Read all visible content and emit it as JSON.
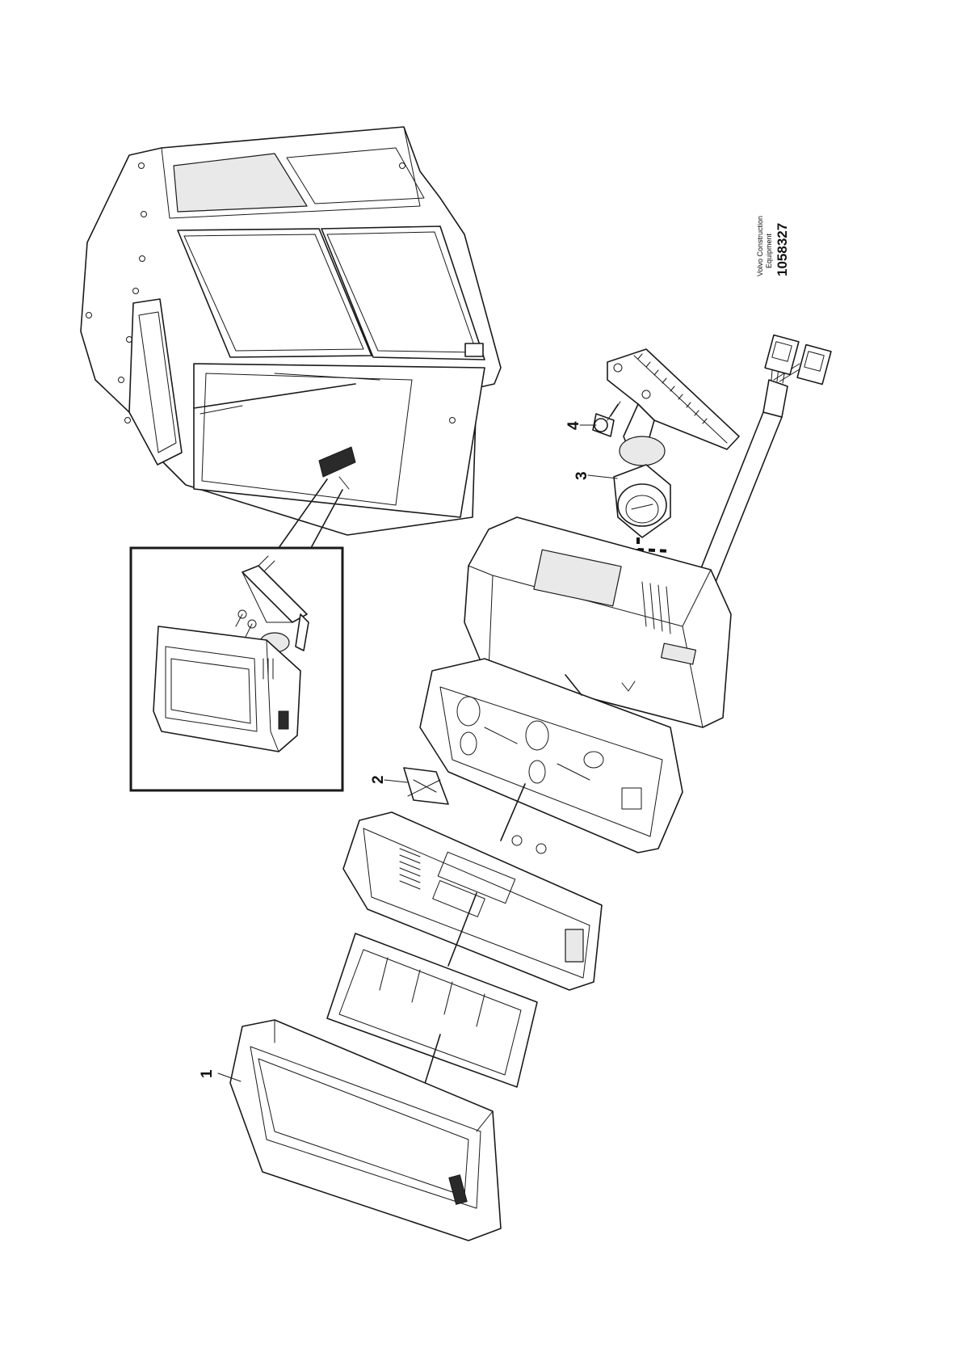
{
  "stamp": {
    "company_line1": "Volvo Construction",
    "company_line2": "Equipment",
    "drawing_number": "1058327"
  },
  "callouts": {
    "item_1": "1",
    "item_2": "2",
    "item_3": "3",
    "item_4": "4"
  }
}
